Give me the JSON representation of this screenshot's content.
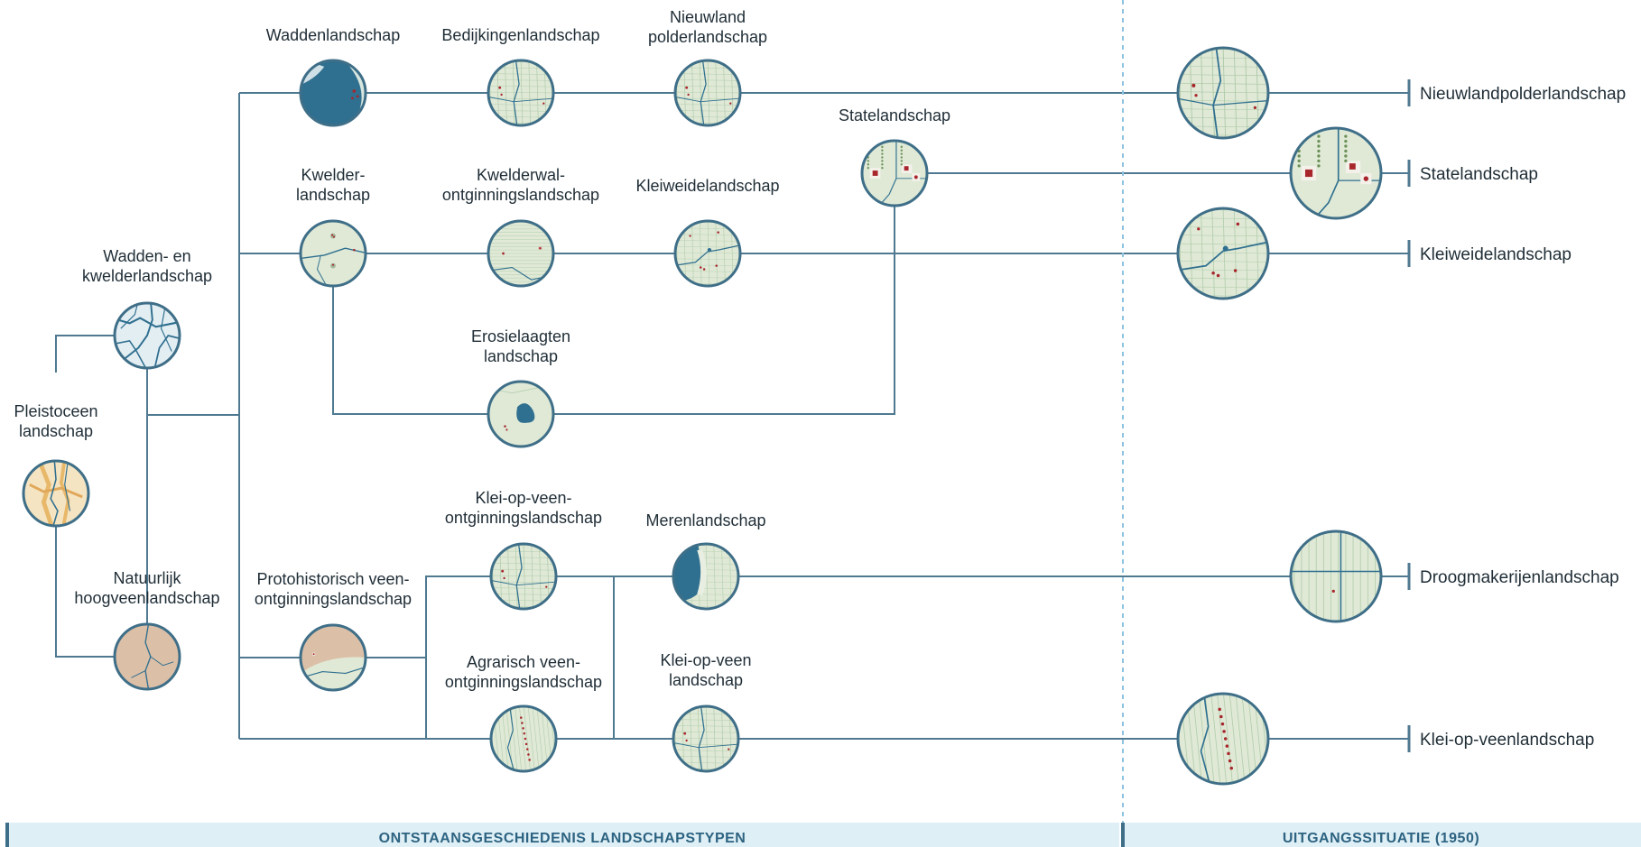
{
  "colors": {
    "line": "#4f7990",
    "ring": "#3f6f88",
    "divider": "#8ec3e0",
    "footer_bg": "#deeff6",
    "footer_bar": "#3f6f88",
    "footer_text": "#2d6381",
    "map_green": "#dfe9d6",
    "map_field": "#c9dcc0",
    "water": "#2f6f8f",
    "peat": "#dcbfa7",
    "sand": "#f5e4c2",
    "dots": "#a8262b"
  },
  "nodes": {
    "pleistoceen": {
      "label": [
        "Pleistoceen",
        "landschap"
      ],
      "style": "pleistoceen"
    },
    "wadden_kwelder": {
      "label": [
        "Wadden- en",
        "kwelderlandschap"
      ],
      "style": "creeks"
    },
    "natuurlijk_hoogveen": {
      "label": [
        "Natuurlijk",
        "hoogveenlandschap"
      ],
      "style": "peat"
    },
    "waddenlandschap": {
      "label": [
        "Waddenlandschap"
      ],
      "style": "wadden"
    },
    "bedijkingen": {
      "label": [
        "Bedijkingenlandschap"
      ],
      "style": "polder"
    },
    "nieuwland": {
      "label": [
        "Nieuwland",
        "polderlandschap"
      ],
      "style": "polder"
    },
    "kwelder": {
      "label": [
        "Kwelder-",
        "landschap"
      ],
      "style": "kwelder"
    },
    "kwelderwal": {
      "label": [
        "Kwelderwal-",
        "ontginningslandschap"
      ],
      "style": "kwelderwal"
    },
    "kleiweide": {
      "label": [
        "Kleiweidelandschap"
      ],
      "style": "kleiweide"
    },
    "state": {
      "label": [
        "Statelandschap"
      ],
      "style": "state"
    },
    "erosie": {
      "label": [
        "Erosielaagten",
        "landschap"
      ],
      "style": "erosie"
    },
    "klei_op_veen_ontg": {
      "label": [
        "Klei-op-veen-",
        "ontginningslandschap"
      ],
      "style": "polder"
    },
    "meren": {
      "label": [
        "Merenlandschap"
      ],
      "style": "meren"
    },
    "protohistorisch": {
      "label": [
        "Protohistorisch veen-",
        "ontginningslandschap"
      ],
      "style": "proto"
    },
    "agrarisch": {
      "label": [
        "Agrarisch veen-",
        "ontginningslandschap"
      ],
      "style": "agrarisch"
    },
    "klei_op_veen": {
      "label": [
        "Klei-op-veen",
        "landschap"
      ],
      "style": "polder"
    }
  },
  "end_nodes": {
    "nieuwland": {
      "label": "Nieuwlandpolderlandschap",
      "style": "polder"
    },
    "state": {
      "label": "Statelandschap",
      "style": "state"
    },
    "kleiweide": {
      "label": "Kleiweidelandschap",
      "style": "kleiweide"
    },
    "droogmakerij": {
      "label": "Droogmakerijenlandschap",
      "style": "droogmakerij"
    },
    "klei_op_veen": {
      "label": "Klei-op-veenlandschap",
      "style": "agrarisch"
    }
  },
  "footer": {
    "left": "ONTSTAANSGESCHIEDENIS LANDSCHAPSTYPEN",
    "right": "UITGANGSSITUATIE (1950)"
  }
}
